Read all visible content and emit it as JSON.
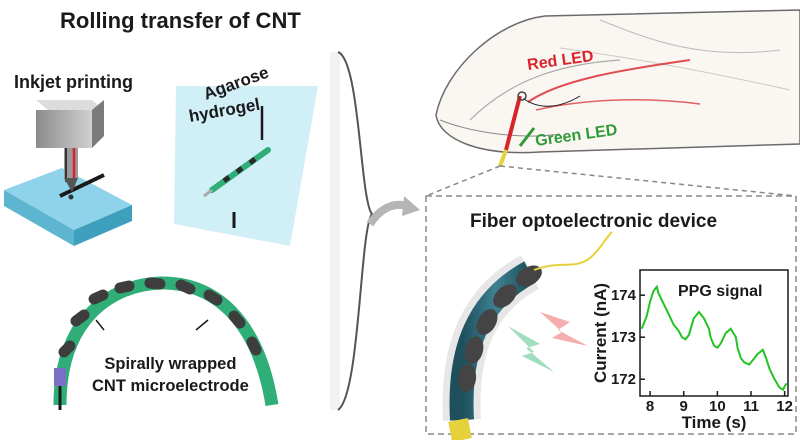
{
  "left_panel": {
    "title": "Rolling transfer of CNT",
    "inkjet_label": "Inkjet printing",
    "hydrogel_label_line1": "Agarose",
    "hydrogel_label_line2": "hydrogel",
    "spiral_label_line1": "Spirally wrapped",
    "spiral_label_line2": "CNT microelectrode"
  },
  "right_panel": {
    "red_led_label": "Red LED",
    "green_led_label": "Green LED",
    "device_title": "Fiber optoelectronic device",
    "colors": {
      "red_led": "#d9232a",
      "green_led": "#2e9a3a",
      "fiber_teal": "#2f6b7c",
      "cnt_green": "#2fae78"
    }
  },
  "chart_data": {
    "type": "line",
    "title": "PPG signal",
    "xlabel": "Time (s)",
    "ylabel": "Current (nA)",
    "xlim": [
      7.7,
      12.1
    ],
    "ylim": [
      171.6,
      174.6
    ],
    "xticks": [
      8,
      9,
      10,
      11,
      12
    ],
    "yticks": [
      172,
      173,
      174
    ],
    "series": [
      {
        "color": "#22c322",
        "x": [
          7.75,
          7.9,
          8.0,
          8.1,
          8.2,
          8.25,
          8.4,
          8.55,
          8.7,
          8.85,
          8.95,
          9.05,
          9.15,
          9.3,
          9.45,
          9.6,
          9.75,
          9.8,
          9.9,
          10.0,
          10.1,
          10.25,
          10.4,
          10.55,
          10.6,
          10.7,
          10.8,
          10.95,
          11.05,
          11.2,
          11.35,
          11.45,
          11.55,
          11.7,
          11.85,
          11.95,
          12.05
        ],
        "y": [
          173.2,
          173.5,
          173.85,
          174.1,
          174.2,
          174.05,
          173.8,
          173.55,
          173.3,
          173.15,
          173.0,
          172.95,
          173.05,
          173.45,
          173.6,
          173.45,
          173.2,
          173.0,
          172.8,
          172.75,
          172.85,
          173.1,
          173.2,
          173.0,
          172.75,
          172.5,
          172.4,
          172.35,
          172.45,
          172.6,
          172.7,
          172.5,
          172.25,
          172.0,
          171.8,
          171.75,
          171.9
        ]
      }
    ]
  }
}
